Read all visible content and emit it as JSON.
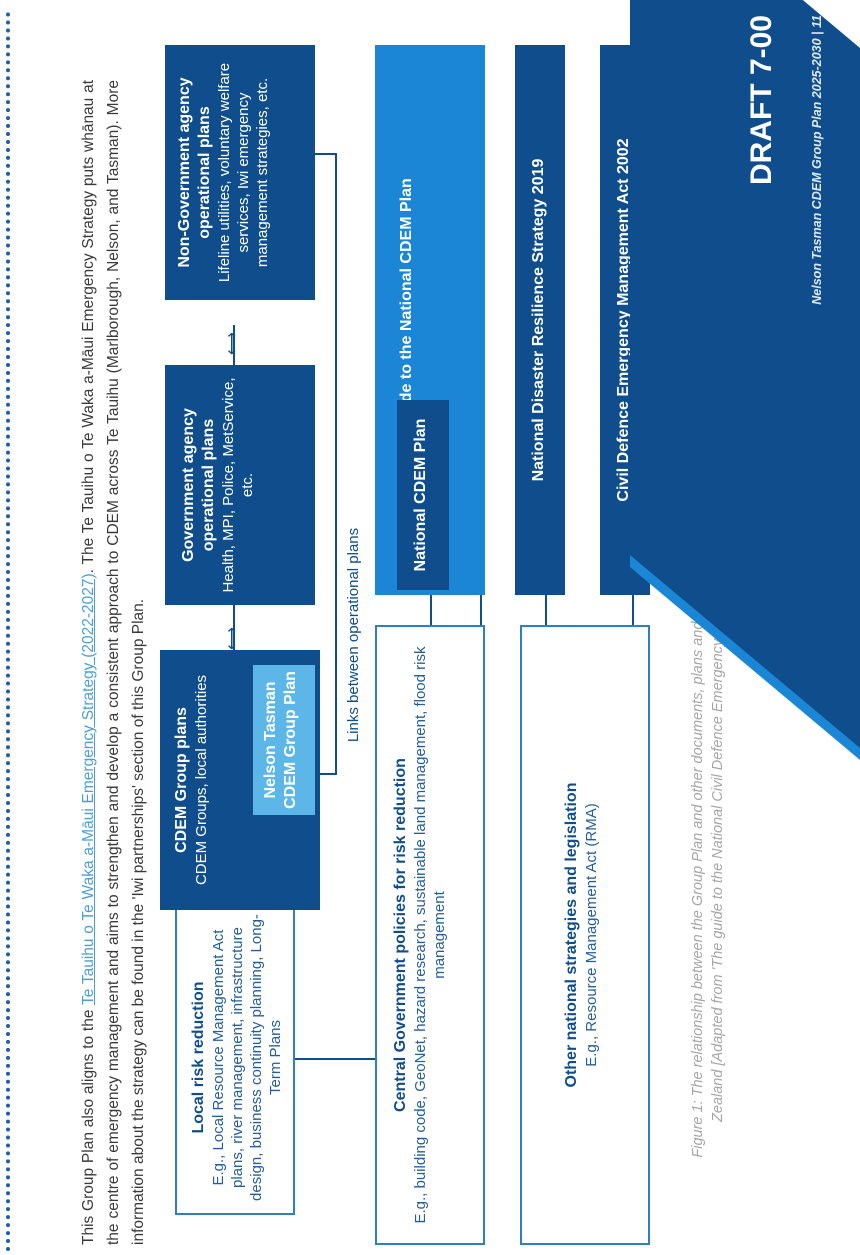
{
  "intro": {
    "part1": "This Group Plan also aligns to the ",
    "link": "Te Tauihu o Te Waka a-Māui Emergency Strategy (2022-2027)",
    "part2": ". The Te Tauihu o Te Waka a-Māui Emergency Strategy puts whānau at the centre of emergency management and aims to strengthen and develop a consistent approach to CDEM across Te Tauihu (Marlborough, Nelson, and Tasman). More information about the strategy can be found in the 'Iwi partnerships' section of this Group Plan."
  },
  "diagram": {
    "local": {
      "title": "Local risk reduction",
      "body": "E.g., Local Resource Management Act plans, river management, infrastructure design, business continuity planning, Long-Term Plans"
    },
    "cdem_group": {
      "title": "CDEM Group plans",
      "body": "CDEM Groups, local authorities",
      "inner": "Nelson Tasman CDEM Group Plan"
    },
    "gov_agency": {
      "title": "Government agency operational plans",
      "body": "Health, MPI, Police, MetService, etc."
    },
    "ngo": {
      "title": "Non-Government agency operational plans",
      "body": "Lifeline utilities, voluntary welfare services, Iwi emergency management strategies, etc."
    },
    "central": {
      "title": "Central Government policies for risk reduction",
      "body": "E.g., building code, GeoNet, hazard research, sustainable land management, flood risk management"
    },
    "guide": {
      "title": "The Guide to the National CDEM Plan",
      "inner": "National CDEM Plan"
    },
    "other": {
      "title": "Other national strategies and legislation",
      "body": "E.g., Resource Management Act (RMA)"
    },
    "ndrs": {
      "title": "National Disaster Resilience Strategy 2019"
    },
    "act": {
      "title": "Civil Defence Emergency Management Act 2002"
    },
    "links_label": "Links between operational plans"
  },
  "caption": "Figure 1: The relationship between the Group Plan and other documents, plans and legislation in Aotearoa New Zealand [Adapted from 'The guide to the National Civil Defence Emergency Management Plan 2015'",
  "draft_label": "DRAFT 7-00",
  "footer": "Nelson Tasman CDEM Group Plan 2025-2030 | 11",
  "colors": {
    "dark_blue": "#0f4d8c",
    "mid_blue": "#1c86d6",
    "light_blue": "#5cb7e8",
    "link": "#4a9fd8",
    "caption_gray": "#a6a6a6"
  }
}
